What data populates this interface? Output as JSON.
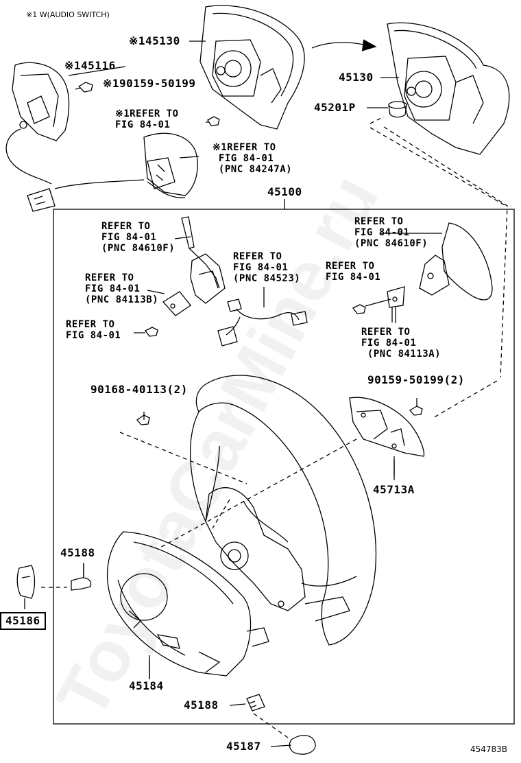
{
  "header_note": "※1 W(AUDIO SWITCH)",
  "diagram_code": "454783B",
  "watermark": "ToyotaCarMine.ru",
  "callouts": {
    "p45130_a": "※145130",
    "p45116": "※145116",
    "p190159": "※190159-50199",
    "refer_a": "※1REFER TO\nFIG 84-01",
    "refer_b": "※1REFER TO\n FIG 84-01\n (PNC 84247A)",
    "p45130_b": "45130",
    "p45201p": "45201P",
    "p45100": "45100",
    "refer_84610f_l": "REFER TO\nFIG 84-01\n(PNC 84610F)",
    "refer_84113b": "REFER TO\nFIG 84-01\n(PNC 84113B)",
    "refer_84523": "REFER TO\nFIG 84-01\n(PNC 84523)",
    "refer_plain_l": "REFER TO\nFIG 84-01",
    "refer_84610f_r": "REFER TO\nFIG 84-01\n(PNC 84610F)",
    "refer_plain_r": "REFER TO\nFIG 84-01",
    "refer_84113a": "REFER TO\nFIG 84-01\n (PNC 84113A)",
    "p90168": "90168-40113(2)",
    "p90159": "90159-50199(2)",
    "p45713a": "45713A",
    "p45188_a": "45188",
    "p45186": "45186",
    "p45184": "45184",
    "p45188_b": "45188",
    "p45187": "45187"
  }
}
